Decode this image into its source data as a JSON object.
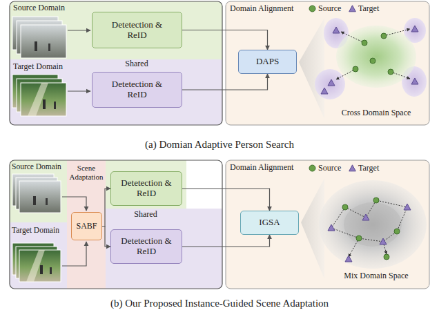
{
  "diagram": {
    "nodes": [
      {
        "text": [
          "Source Domain"
        ]
      },
      {
        "text": [
          "Detetection & ReID"
        ],
        "in": 0
      },
      {
        "text": [
          "Target Domain"
        ]
      },
      {
        "text": [
          "Detetection & ReID"
        ],
        "in": 2
      },
      {
        "text": [
          "Domain Alignment"
        ]
      },
      {
        "text": [
          "DAPS"
        ],
        "in": 4
      },
      {
        "text": [
          "Source Domain"
        ]
      },
      {
        "text": [
          "Target Domain"
        ]
      },
      {
        "text": [
          "Scene Adaptation"
        ]
      },
      {
        "text": [
          "SABF"
        ],
        "in": 8
      },
      {
        "text": [
          "Detetection & ReID"
        ]
      },
      {
        "text": [
          "Detetection & ReID"
        ]
      },
      {
        "text": [
          "Domain Alignment"
        ]
      },
      {
        "text": [
          "IGSA"
        ],
        "in": 12
      }
    ],
    "edges": [
      {
        "from": 1,
        "to": 5,
        "arrow": "to"
      },
      {
        "from": 3,
        "to": 5,
        "arrow": "to"
      },
      {
        "from": 9,
        "to": 10,
        "arrow": "to"
      },
      {
        "from": 9,
        "to": 11,
        "arrow": "to"
      },
      {
        "from": 10,
        "to": 13,
        "arrow": "to"
      },
      {
        "from": 11,
        "to": 13,
        "arrow": "to"
      }
    ],
    "labels": [
      "Shared",
      "Cross Domain Space",
      "Shared",
      "Mix Domain Space",
      "(a) Domian Adaptive Person Search",
      "(b) Our Proposed Instance-Guided Scene Adaptation"
    ],
    "legend": [
      {
        "text": "Source"
      },
      {
        "text": "Target"
      },
      {
        "text": "Source"
      },
      {
        "text": "Target"
      }
    ]
  }
}
